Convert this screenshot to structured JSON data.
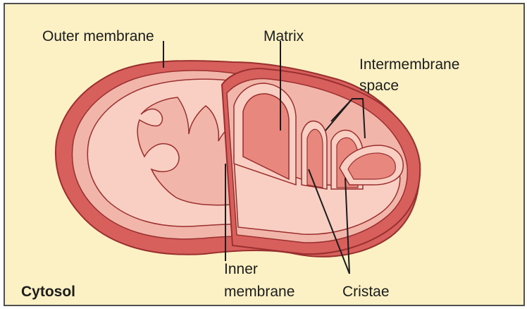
{
  "labels": {
    "outer_membrane": "Outer membrane",
    "matrix": "Matrix",
    "intermembrane_line1": "Intermembrane",
    "intermembrane_line2": "space",
    "inner_line1": "Inner",
    "inner_line2": "membrane",
    "cristae": "Cristae",
    "cytosol": "Cytosol"
  },
  "colors": {
    "background": "#fbf1c4",
    "frame": "#505050",
    "outer_membrane": "#d7605c",
    "intermembrane": "#f2b5a9",
    "inner_membrane": "#f9cfc4",
    "matrix": "#e7877d",
    "outline": "#9a2f2f"
  }
}
